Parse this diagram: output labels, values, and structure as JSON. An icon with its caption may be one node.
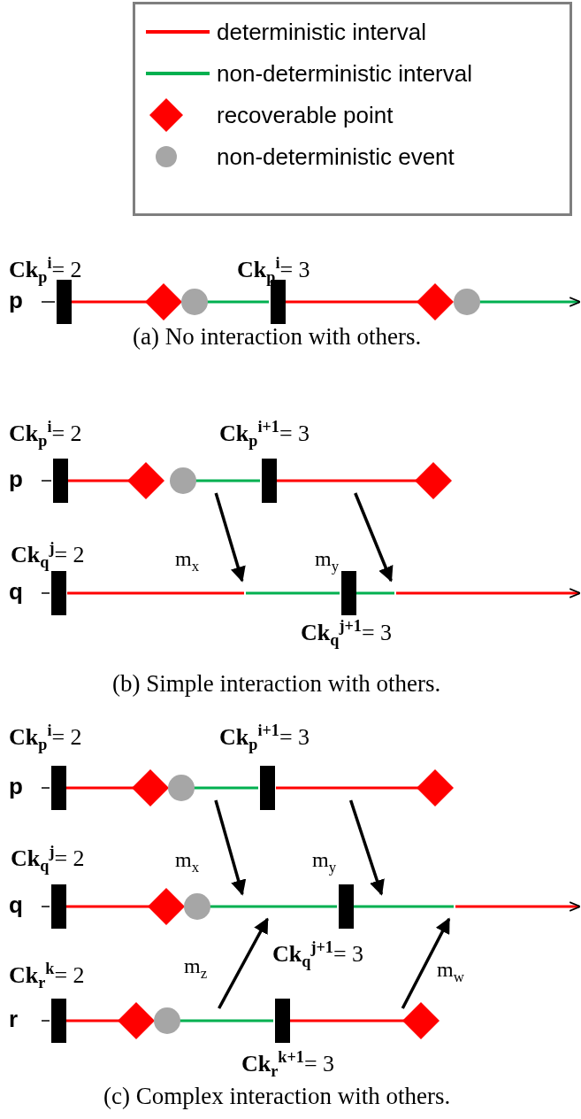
{
  "diagram": {
    "nodes": [
      {
        "text": [
          "p"
        ],
        "beside": [
          "**Ck**$_{p}$$^{i}$= 2",
          "**Ck**$_{p}$$^{i}$= 3"
        ]
      },
      {
        "text": [
          "p"
        ],
        "beside": [
          "**Ck**$_{p}$$^{i}$= 2",
          "**Ck**$_{p}$$^{i+1}$= 3"
        ]
      },
      {
        "text": [
          "q"
        ],
        "beside": [
          "**Ck**$_{q}$$^{j}$= 2",
          "**Ck**$_{q}$$^{j+1}$= 3"
        ]
      },
      {
        "text": [
          "p"
        ],
        "beside": [
          "**Ck**$_{p}$$^{i}$= 2",
          "**Ck**$_{p}$$^{i+1}$= 3"
        ]
      },
      {
        "text": [
          "q"
        ],
        "beside": [
          "**Ck**$_{q}$$^{j}$= 2",
          "**Ck**$_{q}$$^{j+1}$= 3"
        ]
      },
      {
        "text": [
          "r"
        ],
        "beside": [
          "**Ck**$_{r}$$^{k}$= 2",
          "**Ck**$_{r}$$^{k+1}$= 3"
        ]
      }
    ],
    "edges": [
      {
        "from": 1,
        "to": 2,
        "arrow": "to",
        "label": "m$_{x}$"
      },
      {
        "from": 1,
        "to": 2,
        "arrow": "to",
        "label": "m$_{y}$"
      },
      {
        "from": 3,
        "to": 4,
        "arrow": "to",
        "label": "m$_{x}$"
      },
      {
        "from": 3,
        "to": 4,
        "arrow": "to",
        "label": "m$_{y}$"
      },
      {
        "from": 5,
        "to": 4,
        "arrow": "to",
        "label": "m$_{z}$"
      },
      {
        "from": 5,
        "to": 4,
        "arrow": "to",
        "label": "m$_{w}$"
      }
    ],
    "labels": [
      "(a) No interaction with others.",
      "(b) Simple interaction with others.",
      "(c) Complex interaction with others."
    ],
    "legend": [
      {
        "text": "deterministic interval",
        "color": "#ff0000"
      },
      {
        "text": "non-deterministic interval",
        "color": "#00b050"
      },
      {
        "text": "recoverable point",
        "color": "#ff0000"
      },
      {
        "text": "non-deterministic event",
        "color": "#a6a6a6"
      }
    ]
  }
}
